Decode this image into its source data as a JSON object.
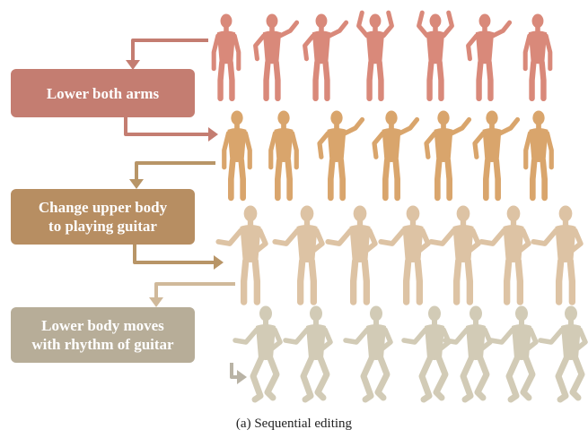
{
  "colors": {
    "row1": "#d9897a",
    "row2": "#d9a56c",
    "row3": "#ddc3a4",
    "row4": "#d2cbb6",
    "box1": "#c47d71",
    "box2": "#b78e62",
    "box3": "#b7ad98",
    "arrow1": "#c47d71",
    "arrow2": "#b89567",
    "arrow3": "#d0b99a",
    "arrow4": "#b9b3a5"
  },
  "steps": [
    {
      "label": "Lower both arms"
    },
    {
      "label": "Change upper body\nto playing guitar"
    },
    {
      "label": "Lower body moves\nwith rhythm of guitar"
    }
  ],
  "figure_rows": [
    {
      "name": "original",
      "count": 7
    },
    {
      "name": "lower-arms",
      "count": 7
    },
    {
      "name": "guitar-upper-body",
      "count": 7
    },
    {
      "name": "guitar-rhythm-lower-body",
      "count": 7
    }
  ],
  "caption": "(a) Sequential editing"
}
